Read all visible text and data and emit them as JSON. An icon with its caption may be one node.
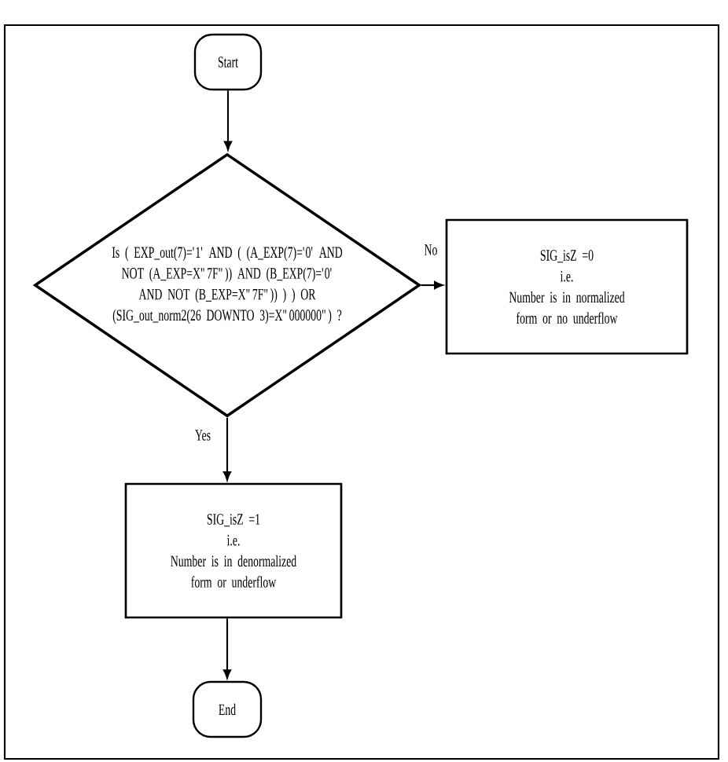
{
  "diagram": {
    "nodes": [
      {
        "text": [
          "Start"
        ]
      },
      {
        "text": [
          "Is ( EXP_out(7)='1' AND ( (A_EXP(7)='0' AND NOT (A_EXP=X\"7F\")) AND (B_EXP(7)='0' AND NOT (B_EXP=X\"7F\")) ) ) OR (SIG_out_norm2(26 DOWNTO 3)=X\"000000\") ?"
        ]
      },
      {
        "text": [
          "SIG_isZ =0",
          "i.e.",
          "Number is in normalized form or no underflow"
        ]
      },
      {
        "text": [
          "SIG_isZ =1",
          "i.e.",
          "Number is in denormalized form or underflow"
        ]
      },
      {
        "text": [
          "End"
        ]
      }
    ],
    "edges": [
      {
        "from": 0,
        "to": 1,
        "arrow": "to"
      },
      {
        "from": 1,
        "to": 2,
        "arrow": "to",
        "label": "No"
      },
      {
        "from": 1,
        "to": 3,
        "arrow": "to",
        "label": "Yes"
      },
      {
        "from": 3,
        "to": 4,
        "arrow": "to"
      }
    ]
  }
}
